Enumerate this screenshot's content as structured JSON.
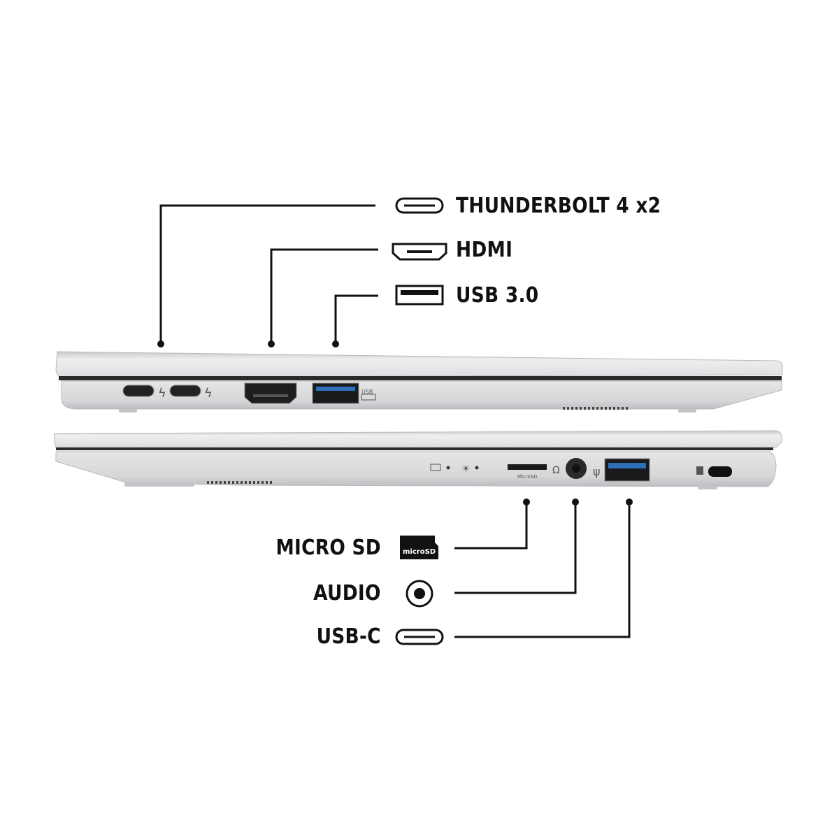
{
  "top_callouts": [
    {
      "label": "THUNDERBOLT 4 x2",
      "icon": "usb-c-port-icon"
    },
    {
      "label": "HDMI",
      "icon": "hdmi-port-icon"
    },
    {
      "label": "USB 3.0",
      "icon": "usb-a-port-icon"
    }
  ],
  "bottom_callouts": [
    {
      "label": "MICRO SD",
      "icon": "microsd-card-icon",
      "icon_text": "microSD"
    },
    {
      "label": "AUDIO",
      "icon": "audio-jack-icon"
    },
    {
      "label": "USB-C",
      "icon": "usb-c-port-icon"
    }
  ],
  "laptop_markings": {
    "microsd_slot_label": "MicroSD",
    "usb_marking": "USB"
  },
  "colors": {
    "line": "#111111",
    "chassis": "#d9dadc",
    "usb3_blue": "#2d6fb8"
  }
}
